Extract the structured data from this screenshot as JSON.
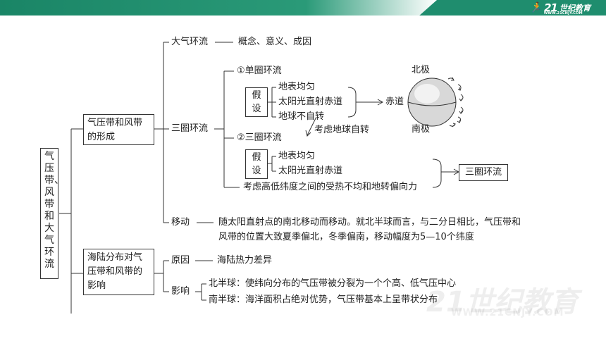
{
  "root": "气压带、风带和大气环流",
  "branch1": {
    "title": "气压带和风带的形成",
    "dqhl": {
      "label": "大气环流",
      "desc": "概念、意义、成因"
    },
    "sqhl": {
      "label": "三圈环流",
      "single": {
        "label": "①单圈环流",
        "assume_label": "假设",
        "assumptions": [
          "地表均匀",
          "太阳光直射赤道",
          "地球不自转"
        ]
      },
      "rotation_note": "考虑地球自转",
      "triple": {
        "label": "②三圈环流",
        "assume_label": "假设",
        "assumptions": [
          "地表均匀",
          "太阳光直射赤道"
        ]
      },
      "factor_note": "考虑高低纬度之间的受热不均和地转偏向力",
      "result": "三圈环流",
      "globe": {
        "north": "北极",
        "equator": "赤道",
        "south": "南极"
      }
    },
    "move": {
      "label": "移动",
      "desc_line1": "随太阳直射点的南北移动而移动。就北半球而言，与二分日相比，气压带和",
      "desc_line2": "风带的位置大致夏季偏北，冬季偏南，移动幅度为5—10个纬度"
    }
  },
  "branch2": {
    "title": "海陆分布对气压带和风带的影响",
    "cause": {
      "label": "原因",
      "desc": "海陆热力差异"
    },
    "effect": {
      "label": "影响",
      "north": "北半球：使纬向分布的气压带被分裂为一个个高、低气压中心",
      "south": "南半球：海洋面积占绝对优势，气压带基本上呈带状分布"
    }
  },
  "brand": {
    "num": "21",
    "cn": "世纪教育",
    "sub": "WWW.21CNJY.COM"
  },
  "colors": {
    "header": "#1f8d6e",
    "line": "#333333"
  }
}
